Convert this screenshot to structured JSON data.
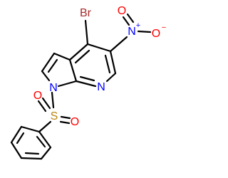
{
  "molecule": {
    "atoms": {
      "br": {
        "symbol": "Br",
        "color": "#a52a2a"
      },
      "n_nitro": {
        "symbol": "N",
        "charge": "+",
        "color": "#0000ff"
      },
      "o_minus": {
        "symbol": "O",
        "charge": "−",
        "color": "#ff0000"
      },
      "o_nitro": {
        "symbol": "O",
        "color": "#ff0000"
      },
      "n_pyridine": {
        "symbol": "N",
        "color": "#0000ff"
      },
      "n_pyrrole": {
        "symbol": "N",
        "color": "#0000ff"
      },
      "sulfur": {
        "symbol": "S",
        "color": "#b8860b"
      },
      "o_sulfonyl_1": {
        "symbol": "O",
        "color": "#ff0000"
      },
      "o_sulfonyl_2": {
        "symbol": "O",
        "color": "#ff0000"
      }
    },
    "bond_color": "#000000"
  }
}
